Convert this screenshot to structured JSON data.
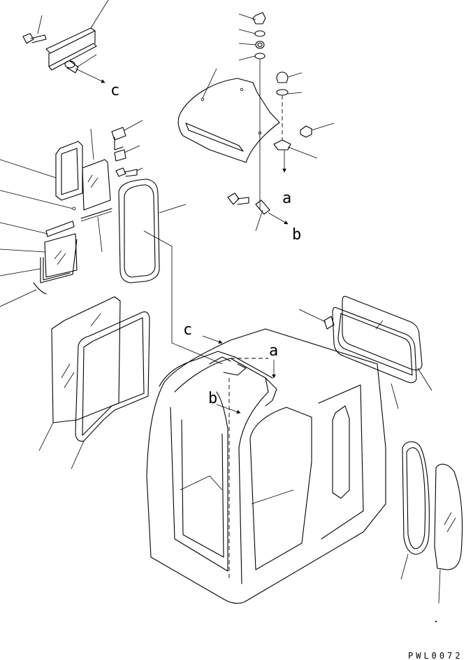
{
  "drawing_code": "PWL0072",
  "labels": {
    "a_top": "a",
    "b_top": "b",
    "c_top": "c",
    "a_cab": "a",
    "b_cab": "b",
    "c_cab": "c"
  },
  "icons": [
    "bolt-icon",
    "washer-icon",
    "nut-icon",
    "window-glass-icon",
    "seal-rubber-icon",
    "roof-cover-icon",
    "cab-frame-icon",
    "bracket-icon",
    "leader-line-icon",
    "arrow-icon"
  ]
}
